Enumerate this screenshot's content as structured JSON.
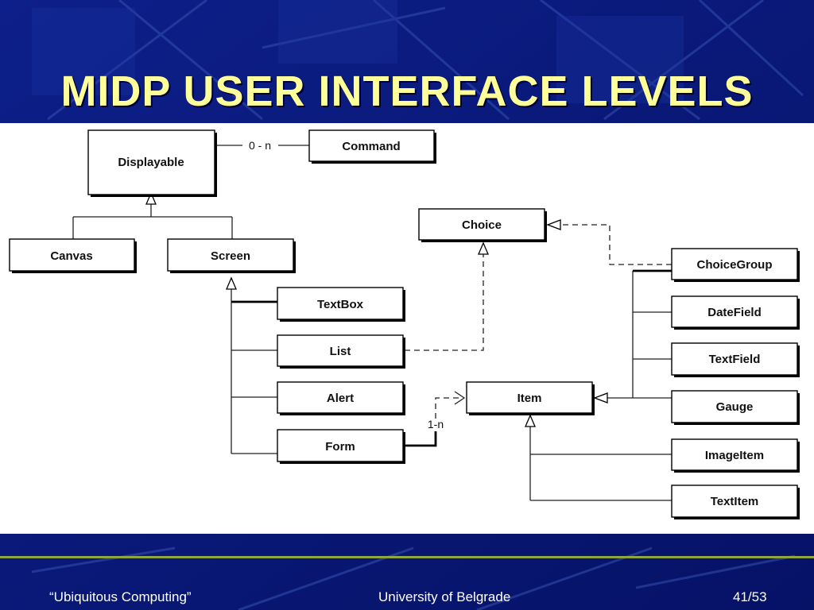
{
  "slide": {
    "title": "MIDP USER INTERFACE LEVELS"
  },
  "diagram": {
    "nodes": {
      "displayable": "Displayable",
      "command": "Command",
      "canvas": "Canvas",
      "screen": "Screen",
      "choice": "Choice",
      "textbox": "TextBox",
      "list": "List",
      "alert": "Alert",
      "form": "Form",
      "item": "Item",
      "choicegroup": "ChoiceGroup",
      "datefield": "DateField",
      "textfield": "TextField",
      "gauge": "Gauge",
      "imageitem": "ImageItem",
      "textitem": "TextItem"
    },
    "labels": {
      "command_multiplicity": "0 - n",
      "item_multiplicity": "1-n"
    }
  },
  "footer": {
    "course": "“Ubiquitous Computing”",
    "institution": "University of Belgrade",
    "page": "41/53"
  },
  "colors": {
    "background": "#0a1a7a",
    "title": "#ffff99",
    "rule": "#8fa640"
  }
}
